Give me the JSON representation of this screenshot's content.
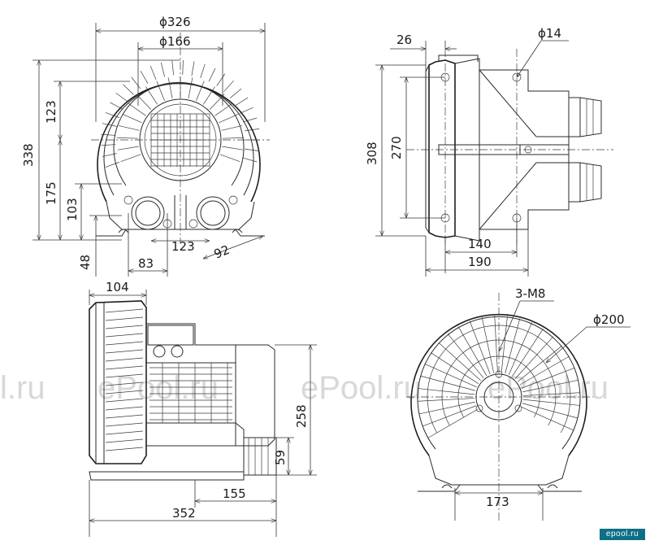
{
  "watermark": {
    "fragments": [
      "l.ru",
      "ePool.ru",
      "ePool.ru",
      "ePool.ru"
    ]
  },
  "logo": "epool.ru",
  "views": {
    "front": {
      "dims": {
        "outer_diameter": "ϕ326",
        "inner_diameter": "ϕ166",
        "height_total": "338",
        "height_upper": "123",
        "height_lower": "175",
        "height_103": "103",
        "height_48": "48",
        "width_83": "83",
        "width_123": "123",
        "width_92": "92"
      }
    },
    "side": {
      "dims": {
        "top_26": "26",
        "hole": "ϕ14",
        "height_308": "308",
        "height_270": "270",
        "width_140": "140",
        "width_190": "190"
      }
    },
    "motor_side": {
      "dims": {
        "top_104": "104",
        "height_258": "258",
        "height_59": "59",
        "width_155": "155",
        "width_352": "352"
      }
    },
    "inlet": {
      "dims": {
        "thread": "3-M8",
        "diameter": "ϕ200",
        "width_173": "173"
      }
    }
  }
}
